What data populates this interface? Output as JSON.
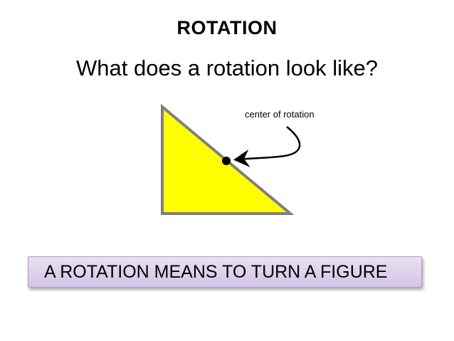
{
  "slide": {
    "title": "ROTATION",
    "subtitle": "What does a rotation look like?",
    "figure": {
      "label": "center of rotation",
      "triangle_fill": "#ffff00",
      "triangle_stroke": "#7f7f7f",
      "arrow_icon": "curved-arrow-icon",
      "point_icon": "center-point-icon"
    },
    "banner": "A ROTATION MEANS TO TURN A FIGURE",
    "banner_color": "#ddd0ec"
  }
}
